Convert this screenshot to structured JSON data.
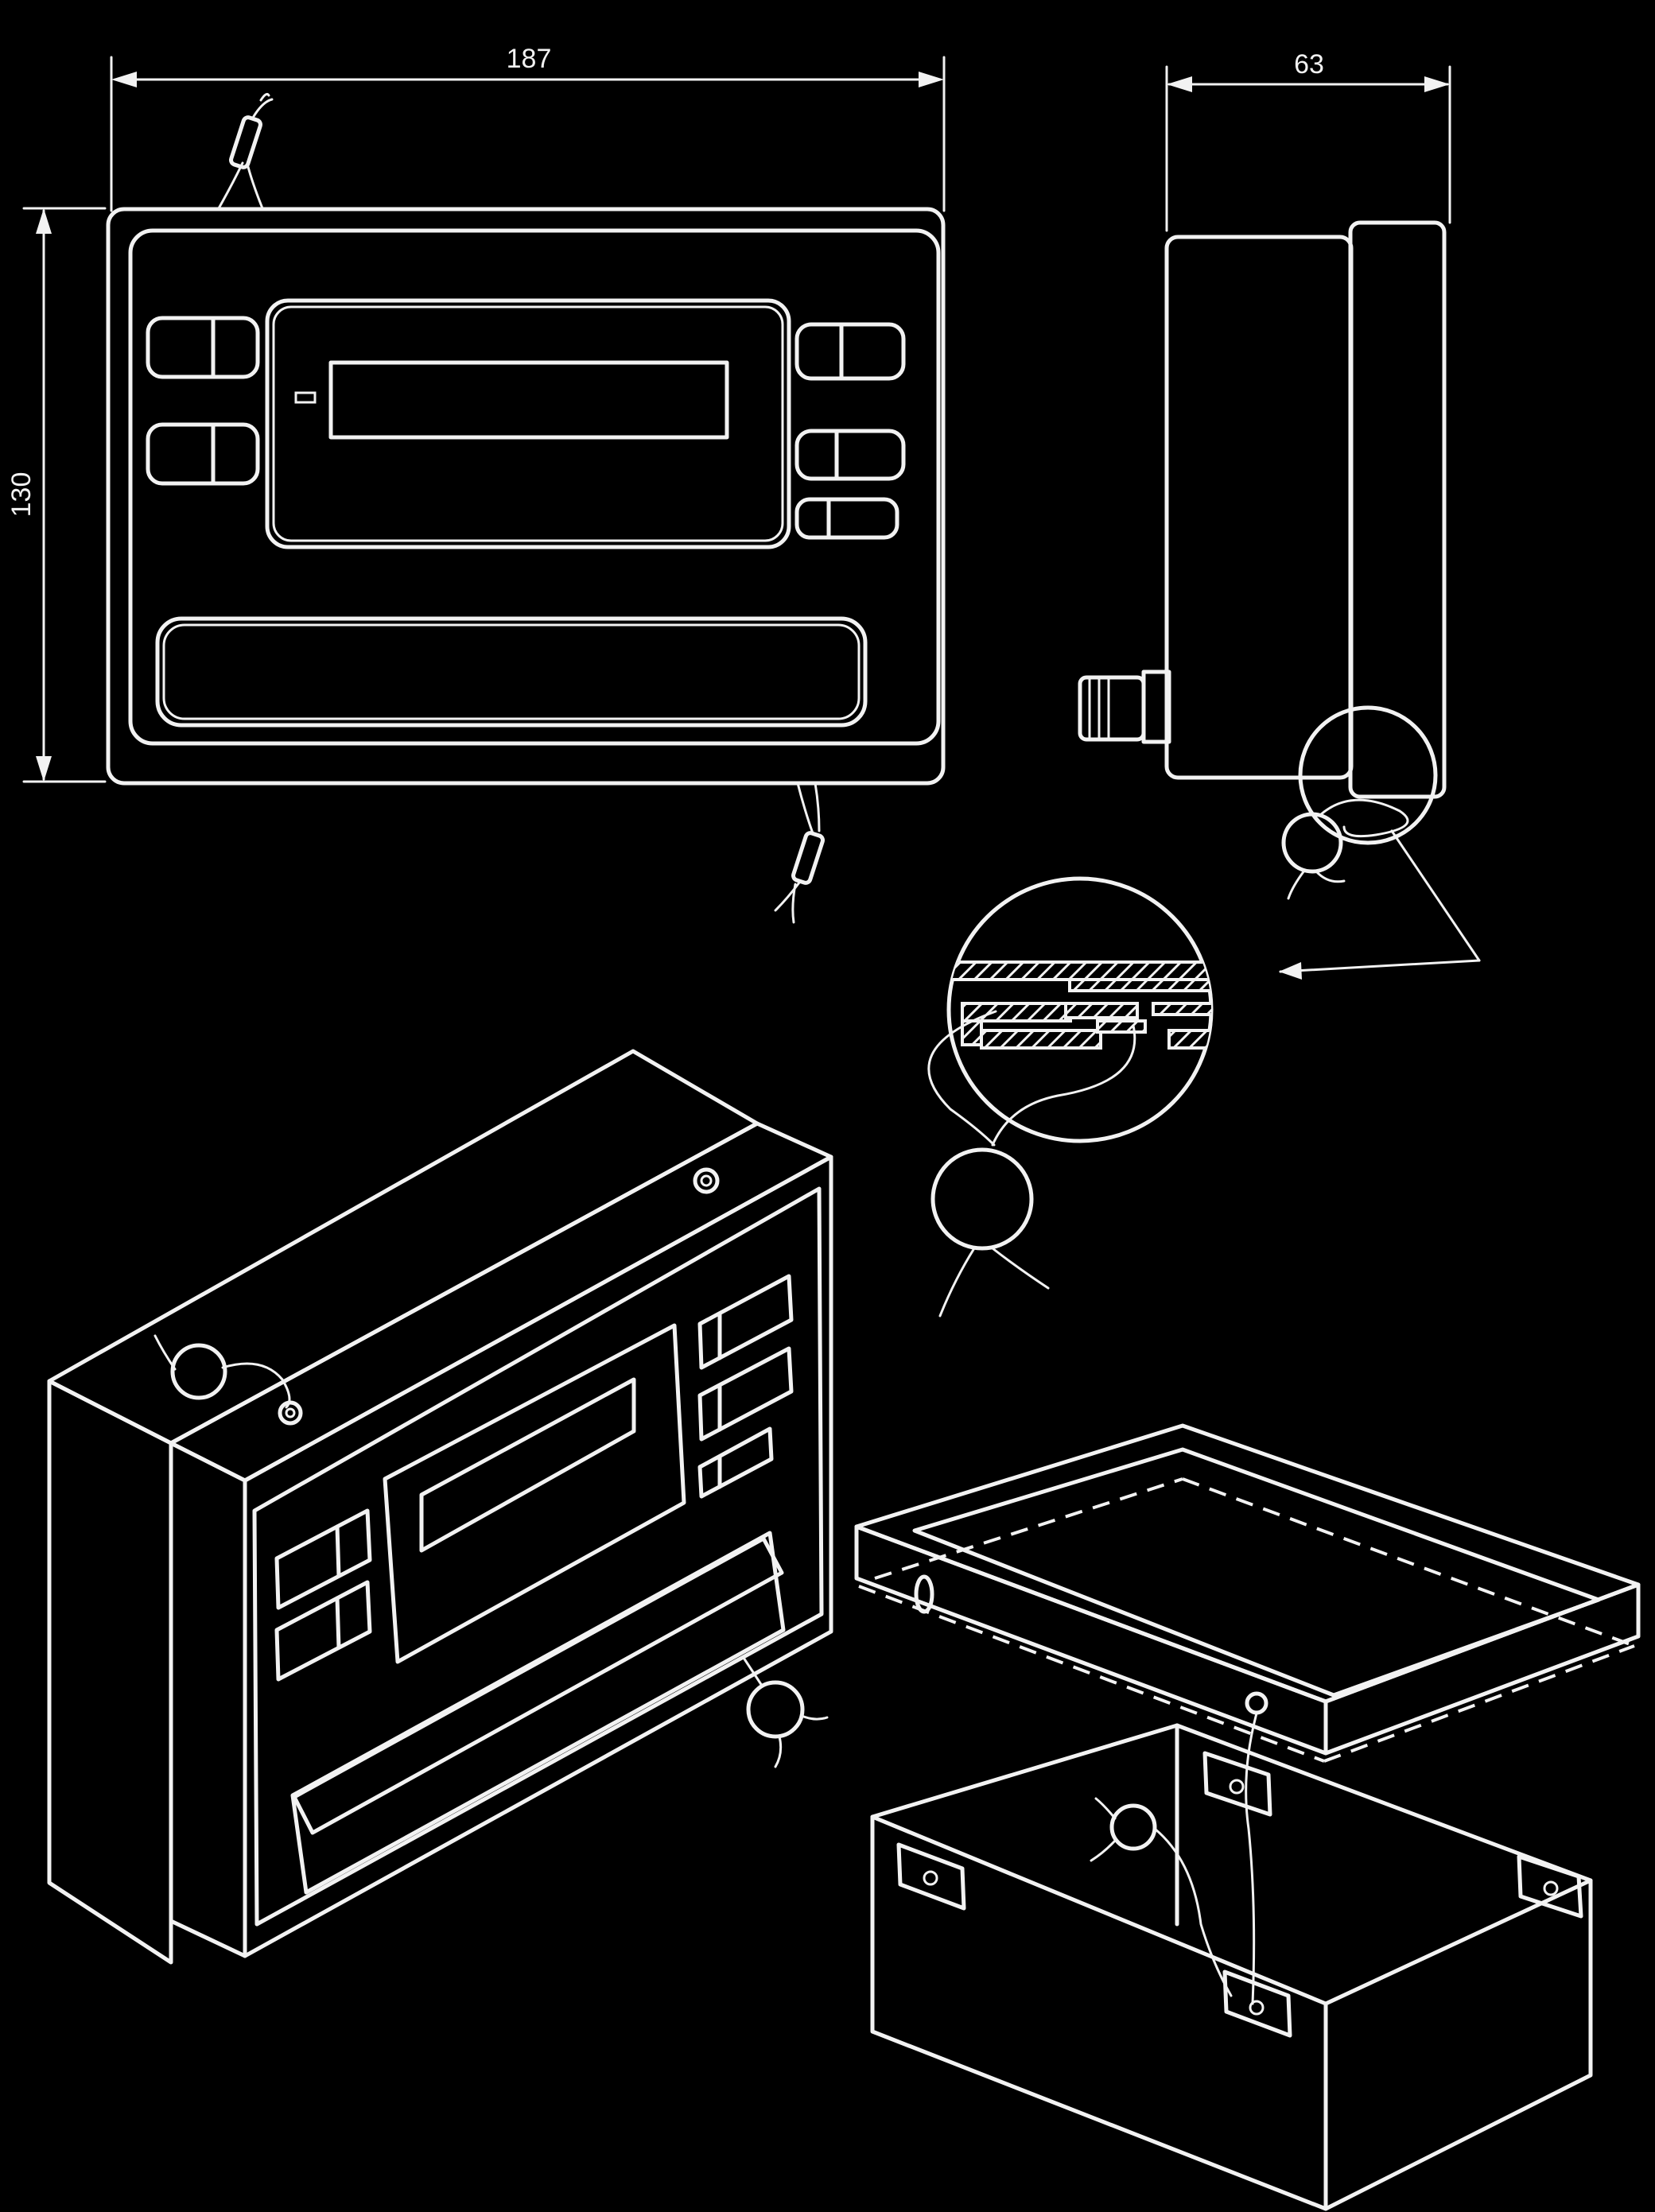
{
  "dimensions": {
    "width": "187",
    "height": "130",
    "depth": "63"
  },
  "colors": {
    "background": "#000000",
    "line": "#f2f2f2"
  }
}
